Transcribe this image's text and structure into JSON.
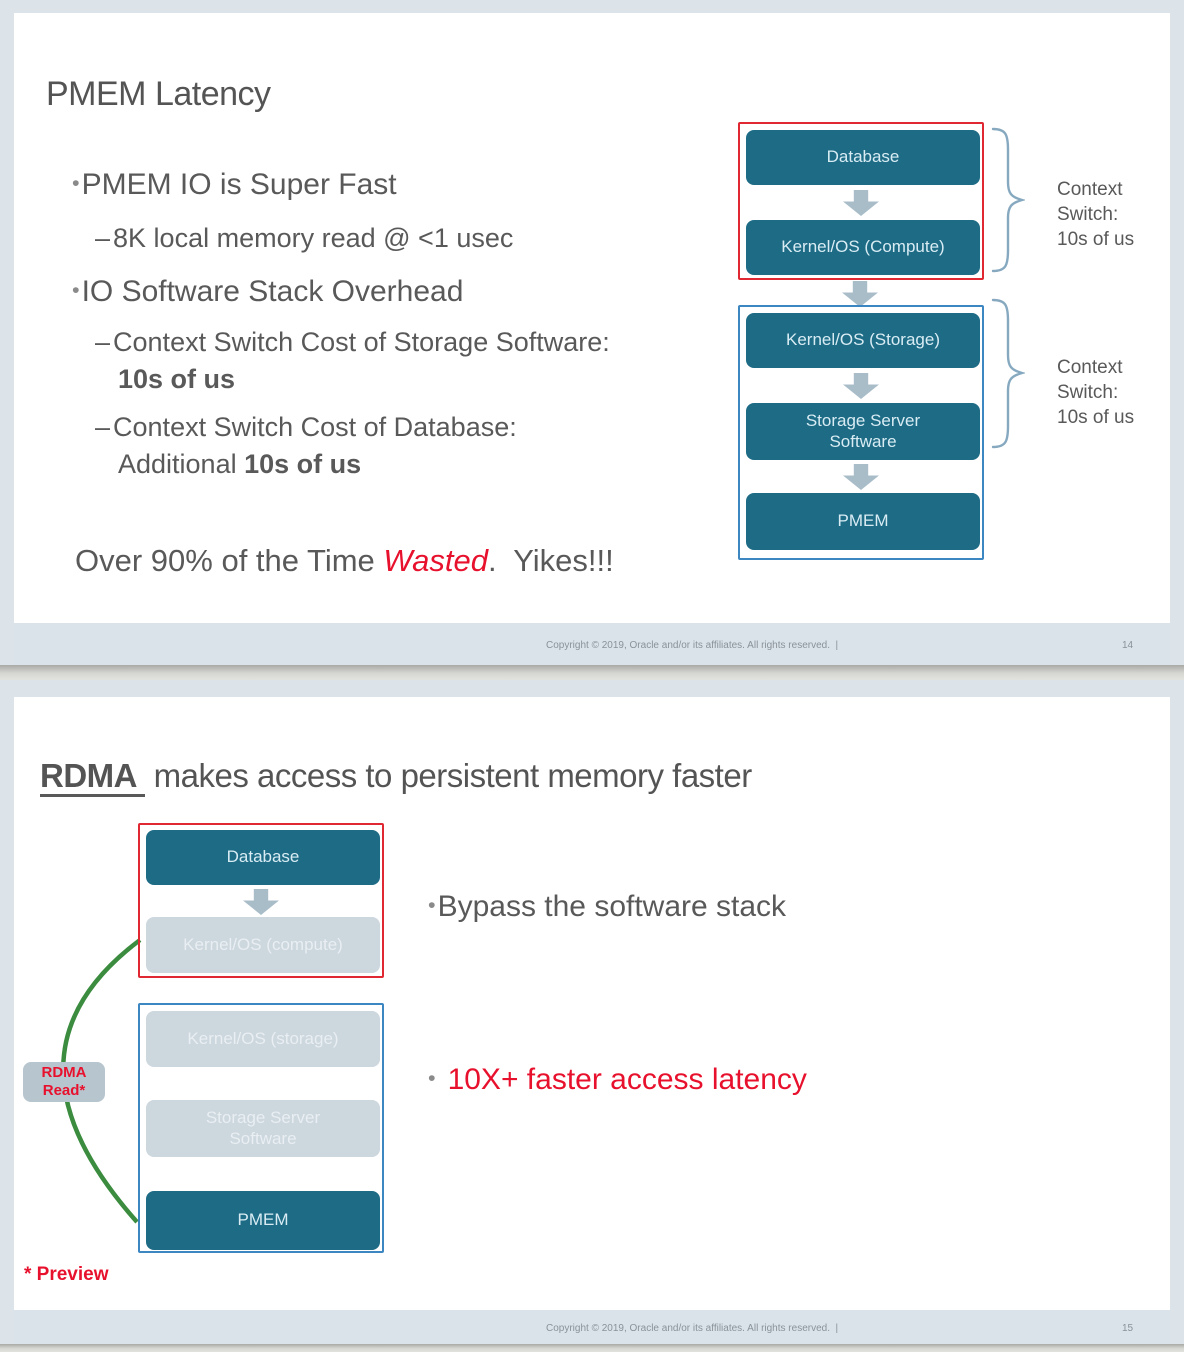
{
  "slide1": {
    "title": "PMEM Latency",
    "bullet_marker": "•",
    "dash_marker": "–",
    "b1": "PMEM IO is Super Fast",
    "b1_sub": "8K local memory read @ <1 usec",
    "b2": "IO Software Stack Overhead",
    "b2_sub1": "Context Switch Cost of Storage Software:",
    "b2_sub1_bold": "10s of us",
    "b2_sub2": "Context Switch Cost of Database:",
    "b2_sub2_prefix": "Additional ",
    "b2_sub2_bold": "10s of us",
    "conclusion_prefix": "Over 90% of the Time ",
    "conclusion_highlight": "Wasted",
    "conclusion_suffix": ".  Yikes!!!",
    "diagram": {
      "box_database": "Database",
      "box_kernel_compute": "Kernel/OS (Compute)",
      "box_kernel_storage": "Kernel/OS (Storage)",
      "box_storage_server": "Storage Server\nSoftware",
      "box_pmem": "PMEM",
      "brace1_label": "Context\nSwitch:\n10s of us",
      "brace2_label": "Context\nSwitch:\n10s of us"
    },
    "footer": {
      "copyright": "Copyright © 2019, Oracle and/or its affiliates. All rights reserved.  |",
      "page_number": "14"
    }
  },
  "slide2": {
    "title_bold": "RDMA",
    "title_rest": " makes access to persistent memory faster",
    "bullet_marker": "•",
    "b1": "Bypass the software stack",
    "b2": "10X+ faster access latency",
    "rdma_chip_label": "RDMA\nRead*",
    "preview_note": "* Preview",
    "diagram": {
      "box_database": "Database",
      "box_kernel_compute": "Kernel/OS (compute)",
      "box_kernel_storage": "Kernel/OS (storage)",
      "box_storage_server": "Storage Server\nSoftware",
      "box_pmem": "PMEM"
    },
    "footer": {
      "copyright": "Copyright © 2019, Oracle and/or its affiliates. All rights reserved.  |",
      "page_number": "15"
    }
  }
}
